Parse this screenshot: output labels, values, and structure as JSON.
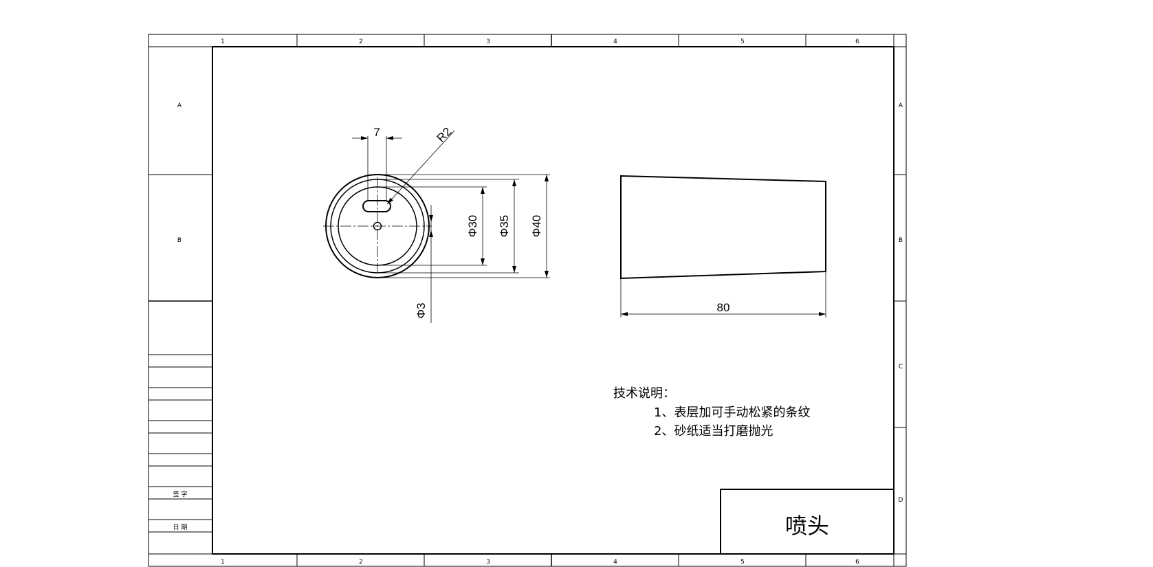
{
  "frame": {
    "columns_top": [
      "1",
      "2",
      "3",
      "4",
      "5",
      "6"
    ],
    "columns_bottom": [
      "1",
      "2",
      "3",
      "4",
      "5",
      "6"
    ],
    "rows_left": [
      "A",
      "B"
    ],
    "rows_right": [
      "A",
      "B",
      "C",
      "D"
    ]
  },
  "side_table": {
    "sign_label": "签 字",
    "date_label": "日 期"
  },
  "drawing": {
    "dims": {
      "width_7": "7",
      "radius_r2": "R2",
      "dia_30": "Φ30",
      "dia_35": "Φ35",
      "dia_40": "Φ40",
      "dia_3": "Φ3",
      "length_80": "80"
    }
  },
  "notes": {
    "title": "技术说明：",
    "items": [
      "1、表层加可手动松紧的条纹",
      "2、砂纸适当打磨抛光"
    ]
  },
  "title_block": {
    "part_name": "喷头"
  }
}
